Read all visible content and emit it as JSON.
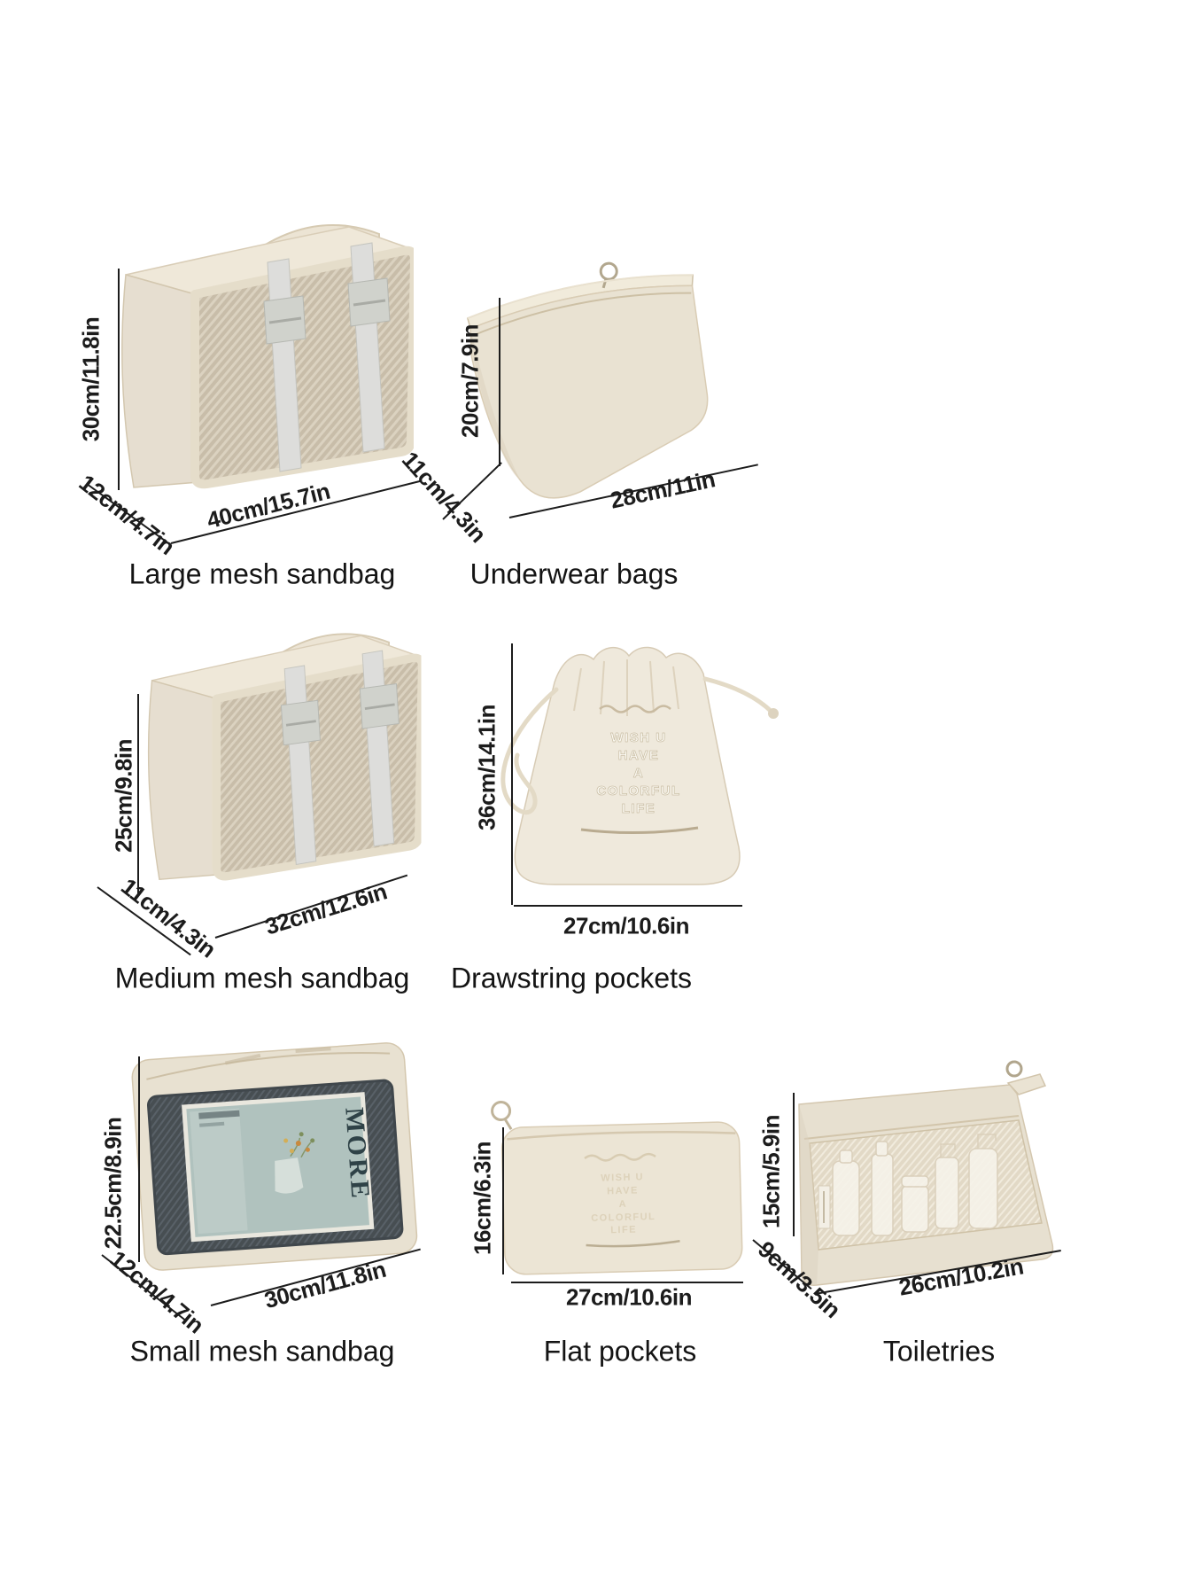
{
  "image_type": "product dimension diagram",
  "colors": {
    "background": "#ffffff",
    "bag_beige": "#e9e2d2",
    "bag_beige_light": "#efe8d9",
    "piping_beige": "#d9cdb7",
    "mesh_tan": "#c8bda9",
    "mesh_dark": "#474e52",
    "mesh_light": "#e2d9c6",
    "strap_gray": "#dddddb",
    "magazine_teal": "#b0c2be",
    "dimension_text": "#1c1c1c",
    "title_text": "#141414"
  },
  "products": [
    {
      "id": "large-mesh-sandbag",
      "name": "Large mesh sandbag",
      "height": "30cm/11.8in",
      "depth": "12cm/4.7in",
      "width": "40cm/15.7in"
    },
    {
      "id": "underwear-bags",
      "name": "Underwear bags",
      "height": "20cm/7.9in",
      "depth": "11cm/4.3in",
      "width": "28cm/11in"
    },
    {
      "id": "medium-mesh-sandbag",
      "name": "Medium mesh sandbag",
      "height": "25cm/9.8in",
      "depth": "11cm/4.3in",
      "width": "32cm/12.6in"
    },
    {
      "id": "drawstring-pockets",
      "name": "Drawstring pockets",
      "height": "36cm/14.1in",
      "width": "27cm/10.6in",
      "slogan_lines": [
        "WISH U",
        "HAVE",
        "A",
        "COLORFUL",
        "LIFE"
      ]
    },
    {
      "id": "small-mesh-sandbag",
      "name": "Small mesh sandbag",
      "height": "22.5cm/8.9in",
      "depth": "12cm/4.7in",
      "width": "30cm/11.8in",
      "magazine_title": "MORE"
    },
    {
      "id": "flat-pockets",
      "name": "Flat pockets",
      "height": "16cm/6.3in",
      "width": "27cm/10.6in",
      "slogan_lines": [
        "WISH U",
        "HAVE",
        "A",
        "COLORFUL",
        "LIFE"
      ]
    },
    {
      "id": "toiletries",
      "name": "Toiletries",
      "height": "15cm/5.9in",
      "depth": "9cm/3.5in",
      "width": "26cm/10.2in"
    }
  ]
}
